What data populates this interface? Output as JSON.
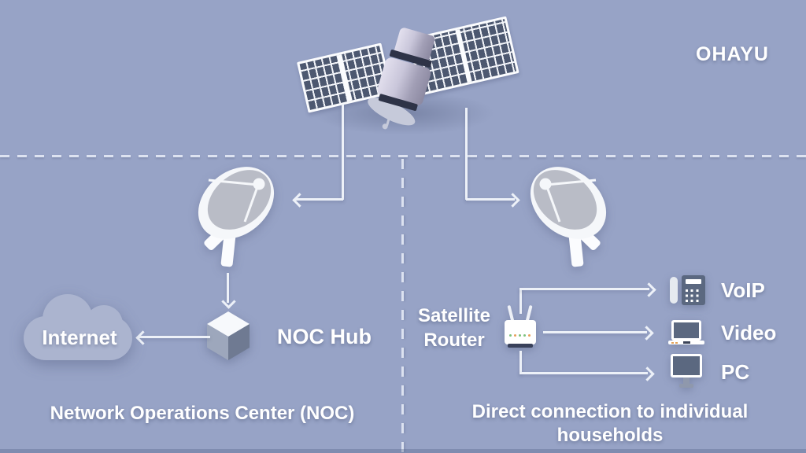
{
  "brand": {
    "logo_text": "OHAYU"
  },
  "colors": {
    "background": "#97a3c6",
    "connector_line": "#edf1f8",
    "text": "#ffffff",
    "cloud_fill": "#abb4cf",
    "solar_panel": "#4d5870",
    "device_screen": "#5b6880",
    "dish_mount": "#39415a",
    "led_green": "#7cc27d",
    "led_amber": "#e8a05a"
  },
  "icons": {
    "satellite": "satellite-icon",
    "ground_dish": "satellite-dish-icon",
    "cloud": "cloud-icon",
    "hub_cube": "cube-icon",
    "router": "wifi-router-icon",
    "voip": "desk-phone-icon",
    "video": "laptop-icon",
    "pc": "monitor-icon"
  },
  "left_section": {
    "hub_label": "NOC Hub",
    "cloud_label": "Internet",
    "caption": "Network Operations Center (NOC)"
  },
  "right_section": {
    "router_label_line1": "Satellite",
    "router_label_line2": "Router",
    "devices": [
      {
        "id": "voip",
        "label": "VoIP"
      },
      {
        "id": "video",
        "label": "Video"
      },
      {
        "id": "pc",
        "label": "PC"
      }
    ],
    "caption_line1": "Direct connection to individual",
    "caption_line2": "households"
  }
}
